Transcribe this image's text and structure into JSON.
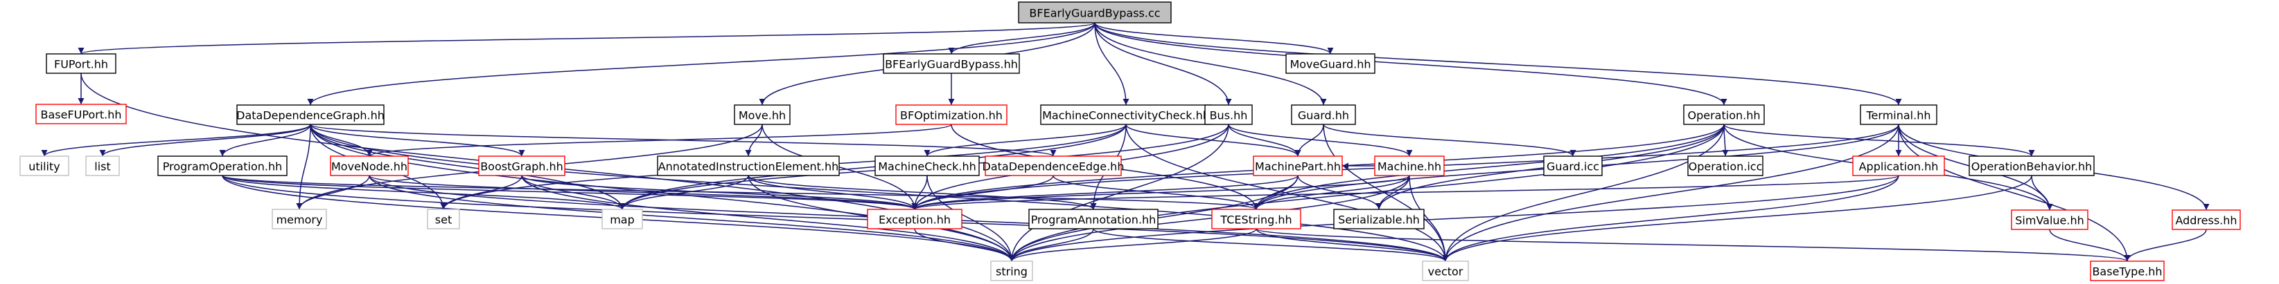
{
  "colors": {
    "root_fill": "#bfbfbf",
    "node_fill": "#ffffff",
    "border_black": "#000000",
    "border_red": "#ff0000",
    "border_grey": "#bfbfbf",
    "edge_navy": "#191970",
    "edge_dark": "#404040"
  },
  "nodes": [
    {
      "id": "root",
      "label": "BFEarlyGuardBypass.cc",
      "style": "root"
    },
    {
      "id": "fuport",
      "label": "FUPort.hh",
      "style": "black"
    },
    {
      "id": "basefuport",
      "label": "BaseFUPort.hh",
      "style": "red"
    },
    {
      "id": "bfegb_hh",
      "label": "BFEarlyGuardBypass.hh",
      "style": "black"
    },
    {
      "id": "bfopt",
      "label": "BFOptimization.hh",
      "style": "red"
    },
    {
      "id": "moveguard",
      "label": "MoveGuard.hh",
      "style": "black"
    },
    {
      "id": "ddg",
      "label": "DataDependenceGraph.hh",
      "style": "black"
    },
    {
      "id": "move",
      "label": "Move.hh",
      "style": "black"
    },
    {
      "id": "mcc",
      "label": "MachineConnectivityCheck.hh",
      "style": "black"
    },
    {
      "id": "bus",
      "label": "Bus.hh",
      "style": "black"
    },
    {
      "id": "guard",
      "label": "Guard.hh",
      "style": "black"
    },
    {
      "id": "operation",
      "label": "Operation.hh",
      "style": "black"
    },
    {
      "id": "terminal",
      "label": "Terminal.hh",
      "style": "black"
    },
    {
      "id": "utility",
      "label": "utility",
      "style": "grey"
    },
    {
      "id": "list",
      "label": "list",
      "style": "grey"
    },
    {
      "id": "progop",
      "label": "ProgramOperation.hh",
      "style": "black"
    },
    {
      "id": "movenode",
      "label": "MoveNode.hh",
      "style": "red"
    },
    {
      "id": "boostgraph",
      "label": "BoostGraph.hh",
      "style": "red"
    },
    {
      "id": "aie",
      "label": "AnnotatedInstructionElement.hh",
      "style": "black"
    },
    {
      "id": "dde",
      "label": "DataDependenceEdge.hh",
      "style": "red"
    },
    {
      "id": "machinecheck",
      "label": "MachineCheck.hh",
      "style": "black"
    },
    {
      "id": "machinepart",
      "label": "MachinePart.hh",
      "style": "red"
    },
    {
      "id": "machine",
      "label": "Machine.hh",
      "style": "red"
    },
    {
      "id": "guardicc",
      "label": "Guard.icc",
      "style": "black"
    },
    {
      "id": "opicc",
      "label": "Operation.icc",
      "style": "black"
    },
    {
      "id": "application",
      "label": "Application.hh",
      "style": "red"
    },
    {
      "id": "opbehavior",
      "label": "OperationBehavior.hh",
      "style": "black"
    },
    {
      "id": "address",
      "label": "Address.hh",
      "style": "red"
    },
    {
      "id": "memory",
      "label": "memory",
      "style": "grey"
    },
    {
      "id": "set",
      "label": "set",
      "style": "grey"
    },
    {
      "id": "map",
      "label": "map",
      "style": "grey"
    },
    {
      "id": "exception",
      "label": "Exception.hh",
      "style": "red"
    },
    {
      "id": "progann",
      "label": "ProgramAnnotation.hh",
      "style": "black"
    },
    {
      "id": "tcestring",
      "label": "TCEString.hh",
      "style": "red"
    },
    {
      "id": "serializable",
      "label": "Serializable.hh",
      "style": "black"
    },
    {
      "id": "simvalue",
      "label": "SimValue.hh",
      "style": "red"
    },
    {
      "id": "string",
      "label": "string",
      "style": "grey"
    },
    {
      "id": "vector",
      "label": "vector",
      "style": "grey"
    },
    {
      "id": "basetype",
      "label": "BaseType.hh",
      "style": "red"
    }
  ],
  "edges": [
    [
      "root",
      "fuport"
    ],
    [
      "root",
      "bfegb_hh"
    ],
    [
      "root",
      "moveguard"
    ],
    [
      "root",
      "ddg"
    ],
    [
      "root",
      "move"
    ],
    [
      "root",
      "mcc"
    ],
    [
      "root",
      "bus"
    ],
    [
      "root",
      "guard"
    ],
    [
      "root",
      "operation"
    ],
    [
      "root",
      "terminal"
    ],
    [
      "fuport",
      "basefuport"
    ],
    [
      "fuport",
      "string"
    ],
    [
      "bfegb_hh",
      "bfopt"
    ],
    [
      "bfopt",
      "movenode"
    ],
    [
      "bfopt",
      "tcestring"
    ],
    [
      "ddg",
      "utility"
    ],
    [
      "ddg",
      "list"
    ],
    [
      "ddg",
      "progop"
    ],
    [
      "ddg",
      "movenode"
    ],
    [
      "ddg",
      "boostgraph"
    ],
    [
      "ddg",
      "dde"
    ],
    [
      "ddg",
      "memory"
    ],
    [
      "ddg",
      "set"
    ],
    [
      "ddg",
      "map"
    ],
    [
      "ddg",
      "string"
    ],
    [
      "ddg",
      "vector"
    ],
    [
      "move",
      "aie"
    ],
    [
      "move",
      "exception"
    ],
    [
      "move",
      "memory"
    ],
    [
      "mcc",
      "machinecheck"
    ],
    [
      "mcc",
      "machinepart"
    ],
    [
      "mcc",
      "map"
    ],
    [
      "mcc",
      "set"
    ],
    [
      "mcc",
      "progann"
    ],
    [
      "mcc",
      "vector"
    ],
    [
      "bus",
      "machinepart"
    ],
    [
      "bus",
      "machine"
    ],
    [
      "bus",
      "exception"
    ],
    [
      "bus",
      "string"
    ],
    [
      "bus",
      "map"
    ],
    [
      "guard",
      "guardicc"
    ],
    [
      "guard",
      "machinepart"
    ],
    [
      "guard",
      "vector"
    ],
    [
      "operation",
      "opicc"
    ],
    [
      "operation",
      "opbehavior"
    ],
    [
      "operation",
      "simvalue"
    ],
    [
      "operation",
      "serializable"
    ],
    [
      "operation",
      "exception"
    ],
    [
      "operation",
      "string"
    ],
    [
      "operation",
      "vector"
    ],
    [
      "operation",
      "tcestring"
    ],
    [
      "terminal",
      "application"
    ],
    [
      "terminal",
      "address"
    ],
    [
      "terminal",
      "basetype"
    ],
    [
      "terminal",
      "exception"
    ],
    [
      "terminal",
      "simvalue"
    ],
    [
      "terminal",
      "tcestring"
    ],
    [
      "terminal",
      "vector"
    ],
    [
      "progop",
      "exception"
    ],
    [
      "progop",
      "string"
    ],
    [
      "progop",
      "map"
    ],
    [
      "progop",
      "vector"
    ],
    [
      "progop",
      "tcestring"
    ],
    [
      "movenode",
      "memory"
    ],
    [
      "movenode",
      "exception"
    ],
    [
      "movenode",
      "string"
    ],
    [
      "movenode",
      "vector"
    ],
    [
      "boostgraph",
      "set"
    ],
    [
      "boostgraph",
      "map"
    ],
    [
      "boostgraph",
      "exception"
    ],
    [
      "boostgraph",
      "string"
    ],
    [
      "aie",
      "map"
    ],
    [
      "aie",
      "exception"
    ],
    [
      "aie",
      "progann"
    ],
    [
      "aie",
      "string"
    ],
    [
      "dde",
      "tcestring"
    ],
    [
      "dde",
      "exception"
    ],
    [
      "machinecheck",
      "exception"
    ],
    [
      "machinecheck",
      "string"
    ],
    [
      "machinepart",
      "exception"
    ],
    [
      "machinepart",
      "tcestring"
    ],
    [
      "machinepart",
      "serializable"
    ],
    [
      "machinepart",
      "string"
    ],
    [
      "machine",
      "machinepart"
    ],
    [
      "machine",
      "tcestring"
    ],
    [
      "machine",
      "serializable"
    ],
    [
      "machine",
      "exception"
    ],
    [
      "machine",
      "vector"
    ],
    [
      "machine",
      "string"
    ],
    [
      "application",
      "exception"
    ],
    [
      "application",
      "string"
    ],
    [
      "application",
      "vector"
    ],
    [
      "opbehavior",
      "simvalue"
    ],
    [
      "opbehavior",
      "vector"
    ],
    [
      "address",
      "basetype"
    ],
    [
      "exception",
      "string"
    ],
    [
      "progann",
      "string"
    ],
    [
      "progann",
      "vector"
    ],
    [
      "tcestring",
      "string"
    ],
    [
      "tcestring",
      "vector"
    ],
    [
      "tcestring",
      "basetype"
    ],
    [
      "simvalue",
      "basetype"
    ]
  ]
}
